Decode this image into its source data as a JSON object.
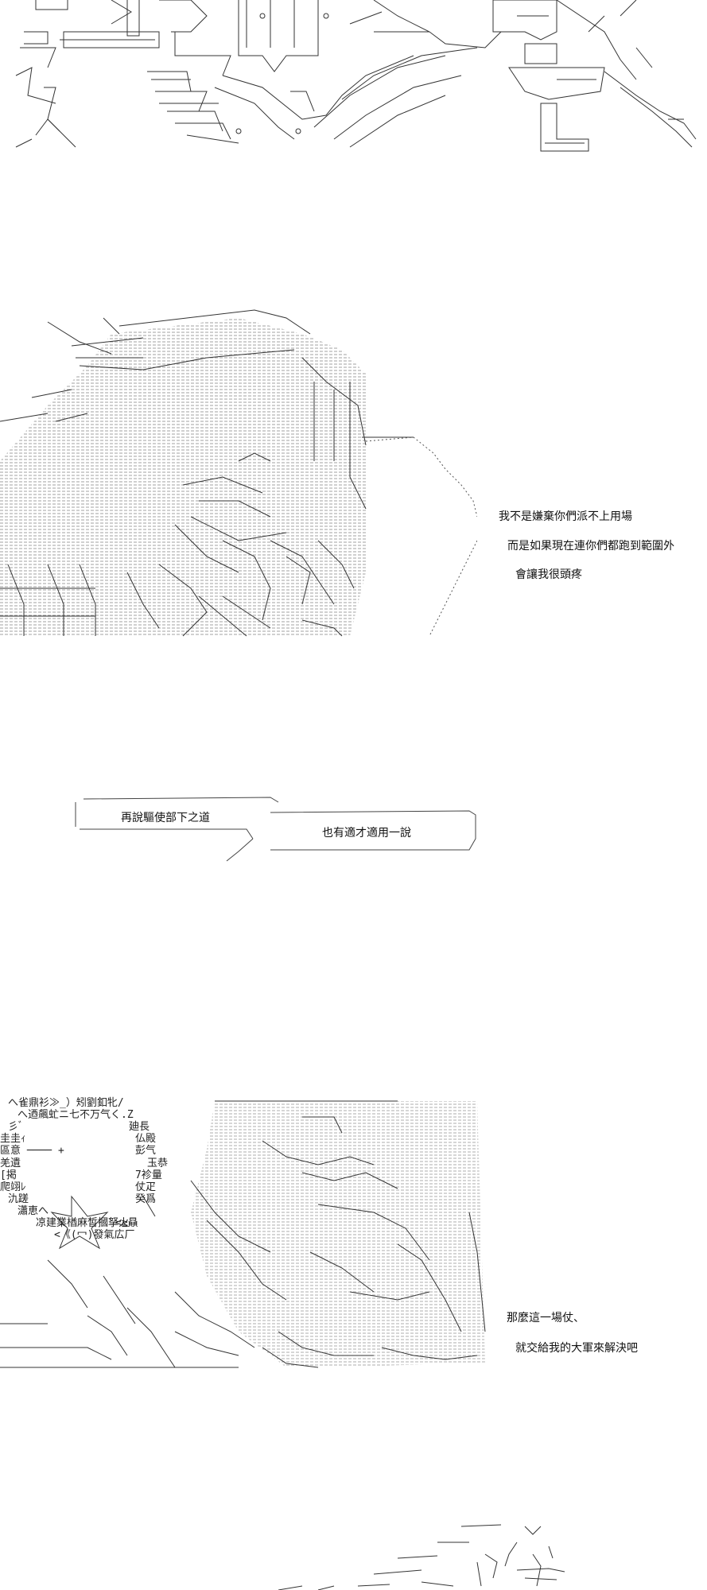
{
  "panel2": {
    "line1": "我不是嫌棄你們派不上用場",
    "line2": "而是如果現在連你們都跑到範圍外",
    "line3": "會讓我很頭疼"
  },
  "panel3": {
    "bubble_left": "再說驅使部下之道",
    "bubble_right": "也有適才適用一說"
  },
  "panel4": {
    "line1": "那麼這一場仗、",
    "line2": "就交給我的大軍來解決吧",
    "army": [
      "へ雀鼎衫≫_）矧劉釦牝/",
      "へ迺飆虻ニ七不万气く.Z",
      "彡ﾞ",
      "圭圭ｨ",
      "區意 ──── +",
      "羌遺",
      "[掲",
      "爬翊ﾚ",
      "氿蹉",
      "瀟恵へ",
      "凉建業楢麻皙摑拏火",
      "<《(冖)發氣広厂"
    ],
    "army_right": [
      "廸長",
      "仏殿",
      "彭气",
      "玉恭",
      "7袗量",
      "仗疋",
      "癸爲",
      "<≧贔"
    ]
  }
}
